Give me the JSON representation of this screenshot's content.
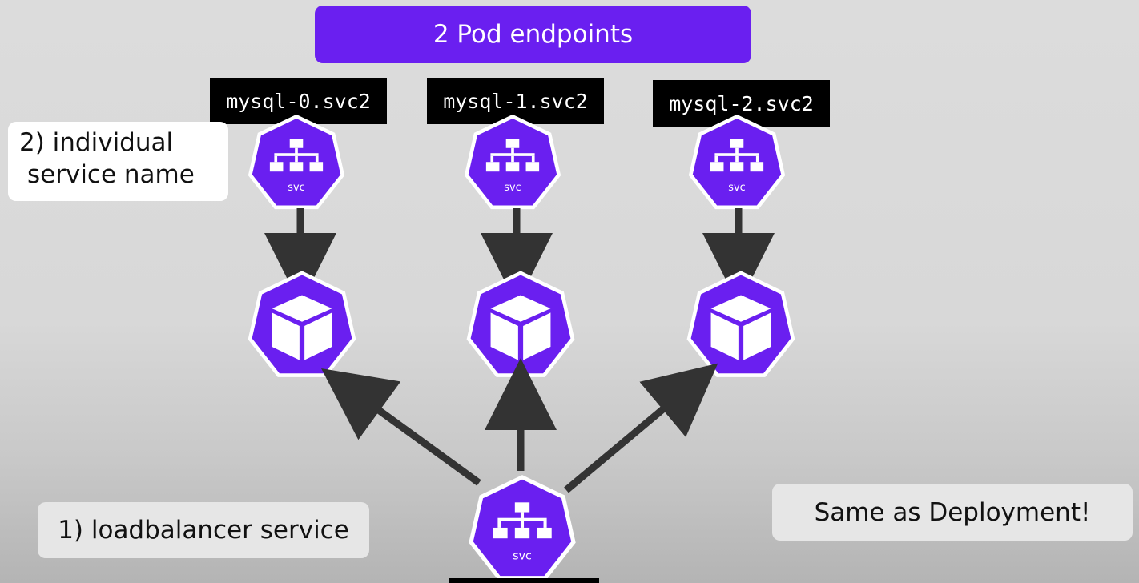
{
  "banner": {
    "label": "2 Pod endpoints"
  },
  "service_names": [
    "mysql-0.svc2",
    "mysql-1.svc2",
    "mysql-2.svc2"
  ],
  "callouts": {
    "individual": {
      "line1": "2) individual",
      "line2": "service name"
    },
    "loadbalancer": "1) loadbalancer service",
    "same_as_deployment": "Same as Deployment!"
  },
  "icons": {
    "service_caption": "svc"
  },
  "colors": {
    "accent": "#6a1ff0",
    "arrow": "#333333"
  }
}
